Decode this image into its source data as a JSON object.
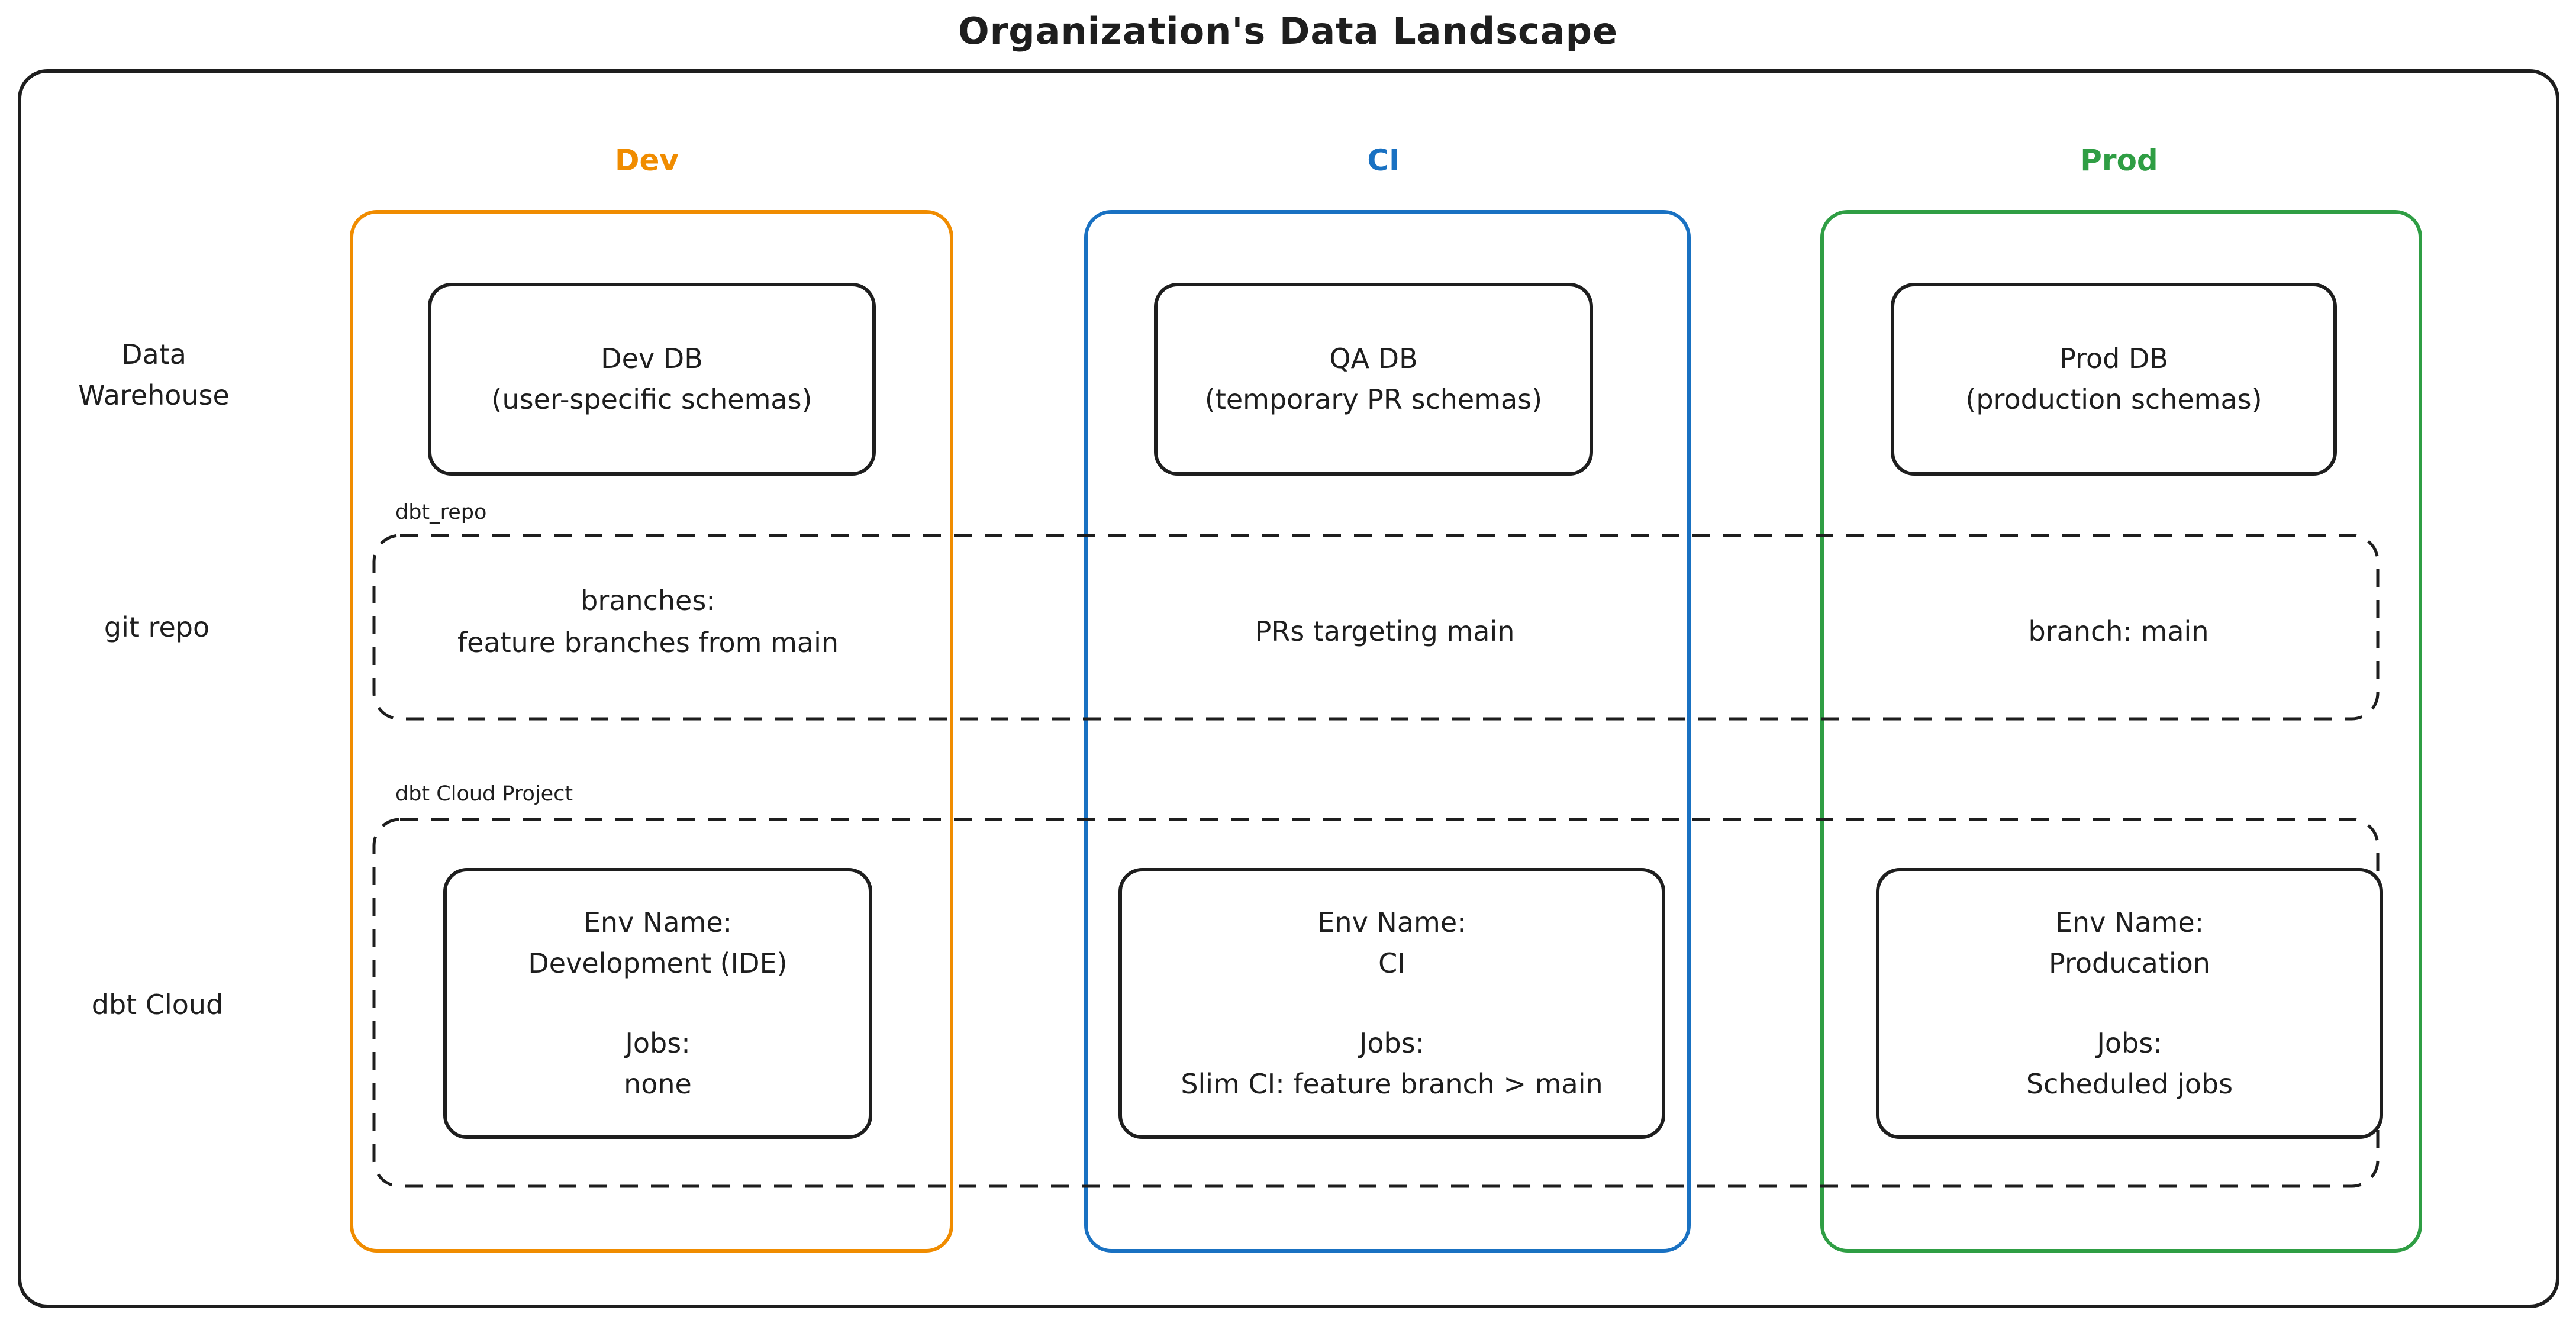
{
  "title": "Organization's Data Landscape",
  "colors": {
    "ink": "#1e1e1e",
    "dev_accent": "#f08c00",
    "ci_accent": "#1971c2",
    "prod_accent": "#2f9e44"
  },
  "columns": [
    {
      "id": "dev",
      "label": "Dev"
    },
    {
      "id": "ci",
      "label": "CI"
    },
    {
      "id": "prod",
      "label": "Prod"
    }
  ],
  "row_labels": {
    "warehouse_line1": "Data",
    "warehouse_line2": "Warehouse",
    "git": "git repo",
    "dbt": "dbt Cloud"
  },
  "warehouse": {
    "dev": {
      "line1": "Dev DB",
      "line2": "(user-specific schemas)"
    },
    "ci": {
      "line1": "QA DB",
      "line2": "(temporary PR schemas)"
    },
    "prod": {
      "line1": "Prod DB",
      "line2": "(production schemas)"
    }
  },
  "git_repo": {
    "container_label": "dbt_repo",
    "dev": {
      "line1": "branches:",
      "line2": "feature branches from main"
    },
    "ci": {
      "line1": "PRs targeting main"
    },
    "prod": {
      "line1": "branch: main"
    }
  },
  "dbt_cloud": {
    "container_label": "dbt Cloud Project",
    "dev": {
      "env_label": "Env Name:",
      "env_value": "Development (IDE)",
      "jobs_label": "Jobs:",
      "jobs_value": "none"
    },
    "ci": {
      "env_label": "Env Name:",
      "env_value": "CI",
      "jobs_label": "Jobs:",
      "jobs_value": "Slim CI: feature branch > main"
    },
    "prod": {
      "env_label": "Env Name:",
      "env_value": "Producation",
      "jobs_label": "Jobs:",
      "jobs_value": "Scheduled jobs"
    }
  }
}
